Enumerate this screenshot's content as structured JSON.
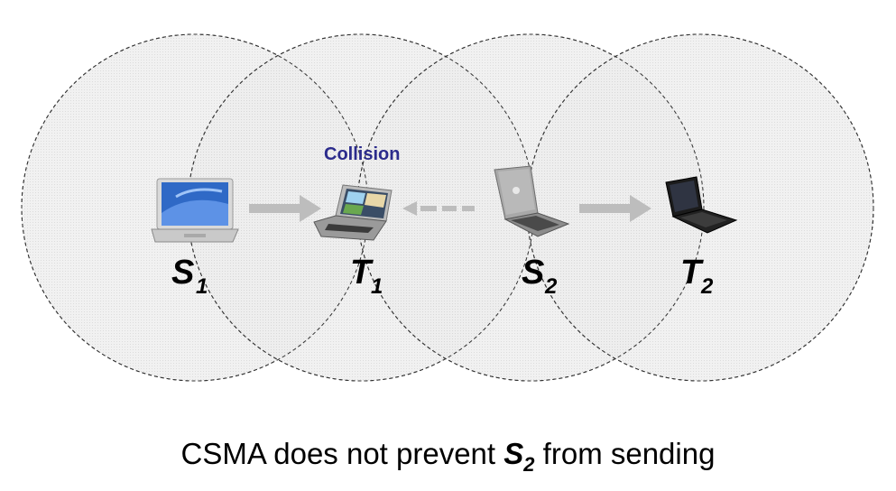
{
  "nodes": [
    {
      "id": "S1",
      "label": "S",
      "sub": "1",
      "icon": "laptop-icon-mac-blue"
    },
    {
      "id": "T1",
      "label": "T",
      "sub": "1",
      "icon": "laptop-icon-video"
    },
    {
      "id": "S2",
      "label": "S",
      "sub": "2",
      "icon": "laptop-icon-silver"
    },
    {
      "id": "T2",
      "label": "T",
      "sub": "2",
      "icon": "laptop-icon-black"
    }
  ],
  "collision_label": "Collision",
  "caption": {
    "before": "CSMA does not prevent ",
    "s": "S",
    "sub": "2",
    "after": " from sending"
  },
  "colors": {
    "range_fill": "#ececec",
    "range_stroke": "#333333",
    "arrow": "#bdbdbd",
    "collision_text": "#2b2b8c"
  }
}
